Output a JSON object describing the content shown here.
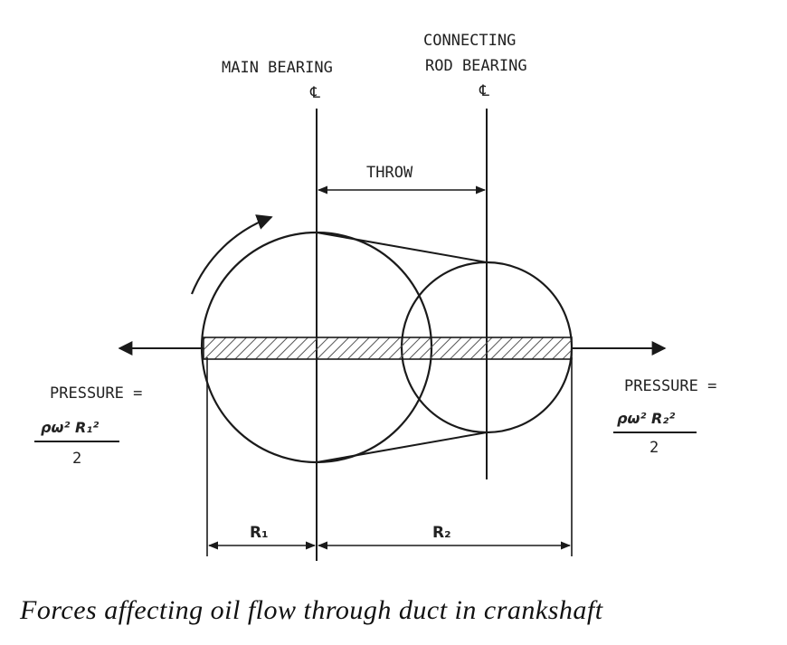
{
  "labels": {
    "main_bearing": "MAIN BEARING",
    "main_cl": "℄",
    "connecting": "CONNECTING",
    "rod_bearing": "ROD BEARING",
    "rod_cl": "℄",
    "throw": "THROW",
    "pressure_left": "PRESSURE =",
    "pressure_left_num": "ρω² R₁²",
    "pressure_left_den": "2",
    "pressure_right": "PRESSURE =",
    "pressure_right_num": "ρω² R₂²",
    "pressure_right_den": "2",
    "r1": "R₁",
    "r2": "R₂"
  },
  "caption": "Forces affecting oil flow through duct in crankshaft"
}
